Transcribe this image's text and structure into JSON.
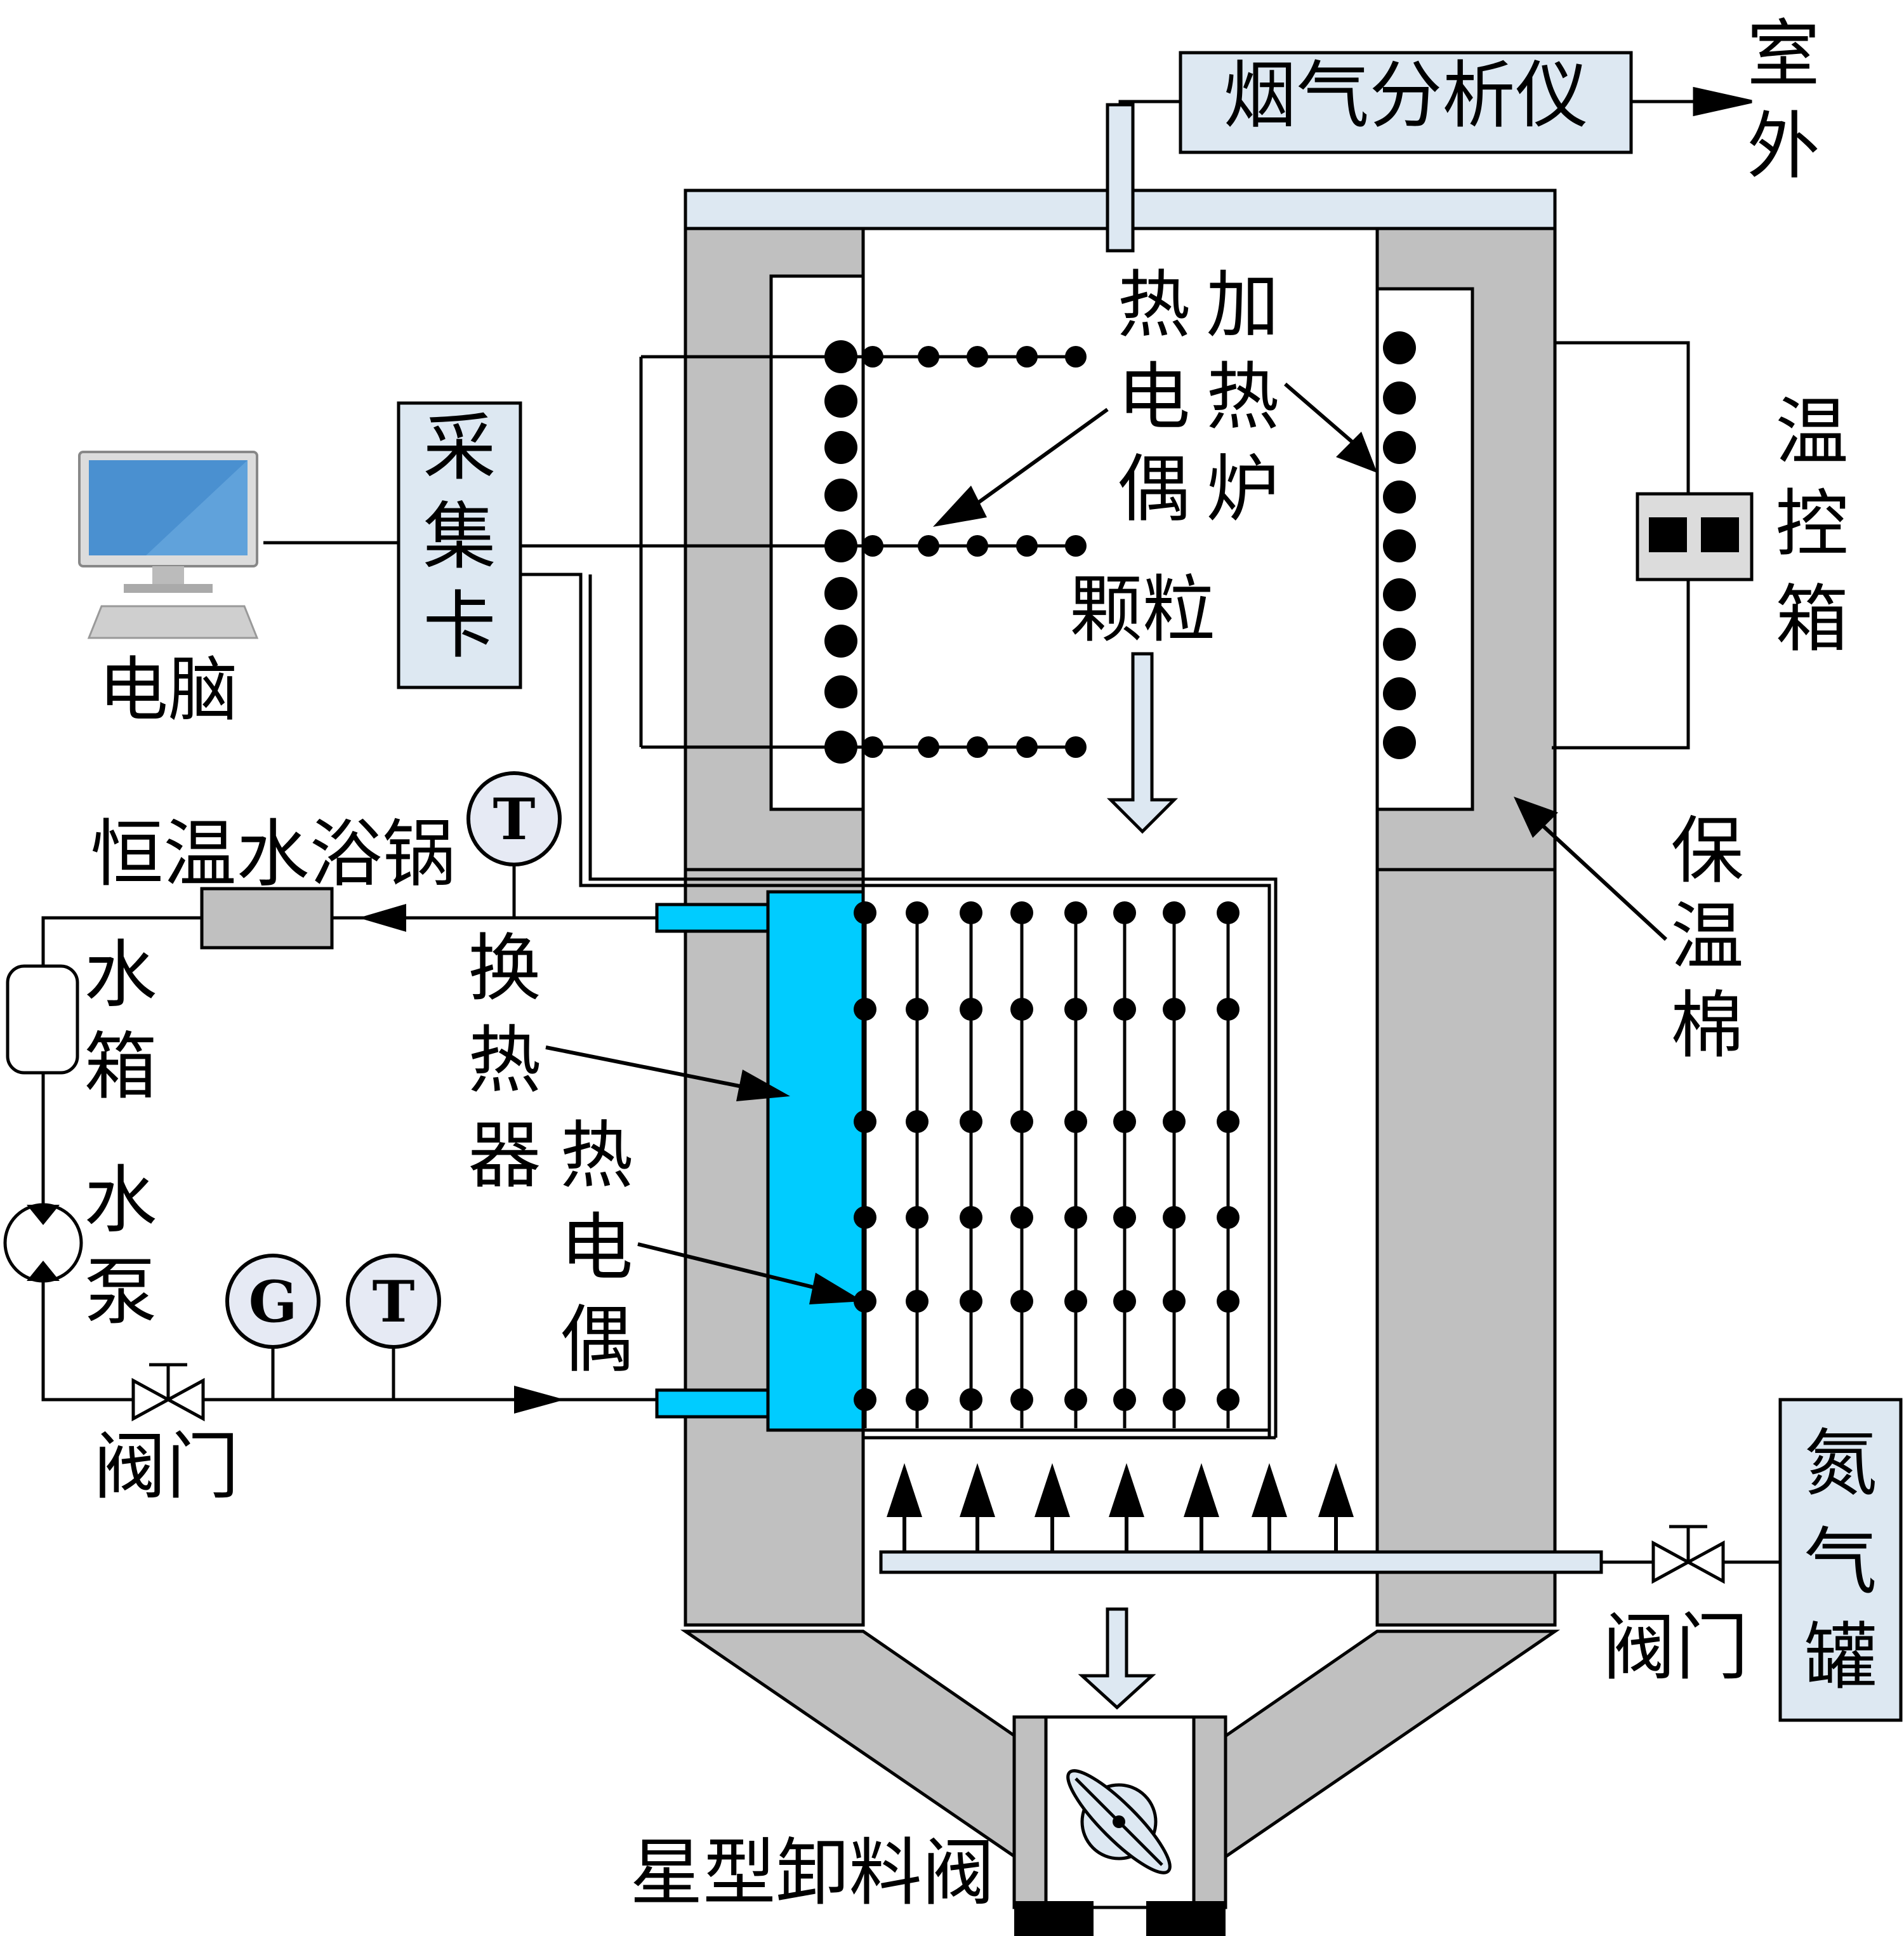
{
  "labels": {
    "flue_gas_analyzer": "烟气分析仪",
    "outdoor": [
      "室",
      "外"
    ],
    "computer": "电脑",
    "daq_card": [
      "采",
      "集",
      "卡"
    ],
    "thermocouple_top": [
      "热",
      "电",
      "偶"
    ],
    "heating_furnace": [
      "加",
      "热",
      "炉"
    ],
    "particles": "颗粒",
    "temp_control_box": [
      "温",
      "控",
      "箱"
    ],
    "water_bath": "恒温水浴锅",
    "water_tank": [
      "水",
      "箱"
    ],
    "water_pump": [
      "水",
      "泵"
    ],
    "valve_left": "阀门",
    "heat_exchanger": [
      "换",
      "热",
      "器"
    ],
    "thermocouple_hx": [
      "热",
      "电",
      "偶"
    ],
    "insulation": [
      "保",
      "温",
      "棉"
    ],
    "nitrogen_tank": [
      "氮",
      "气",
      "罐"
    ],
    "valve_right": "阀门",
    "rotary_valve": "星型卸料阀",
    "gauge_t": "T",
    "gauge_g": "G"
  },
  "colors": {
    "wall": "#c0c0c0",
    "exchanger": "#00ccff",
    "box_fill": "#dde8f2",
    "gauge_fill": "#e6eaf4",
    "screen": "#4a90d0"
  }
}
